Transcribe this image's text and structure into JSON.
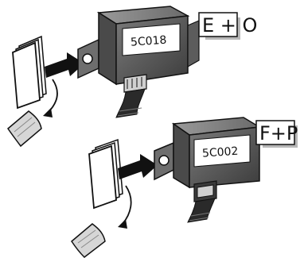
{
  "figure": {
    "top": {
      "device_label": "5C018",
      "variant_label": "E + O"
    },
    "bottom": {
      "device_label": "5C002",
      "variant_label": "F+P"
    }
  }
}
